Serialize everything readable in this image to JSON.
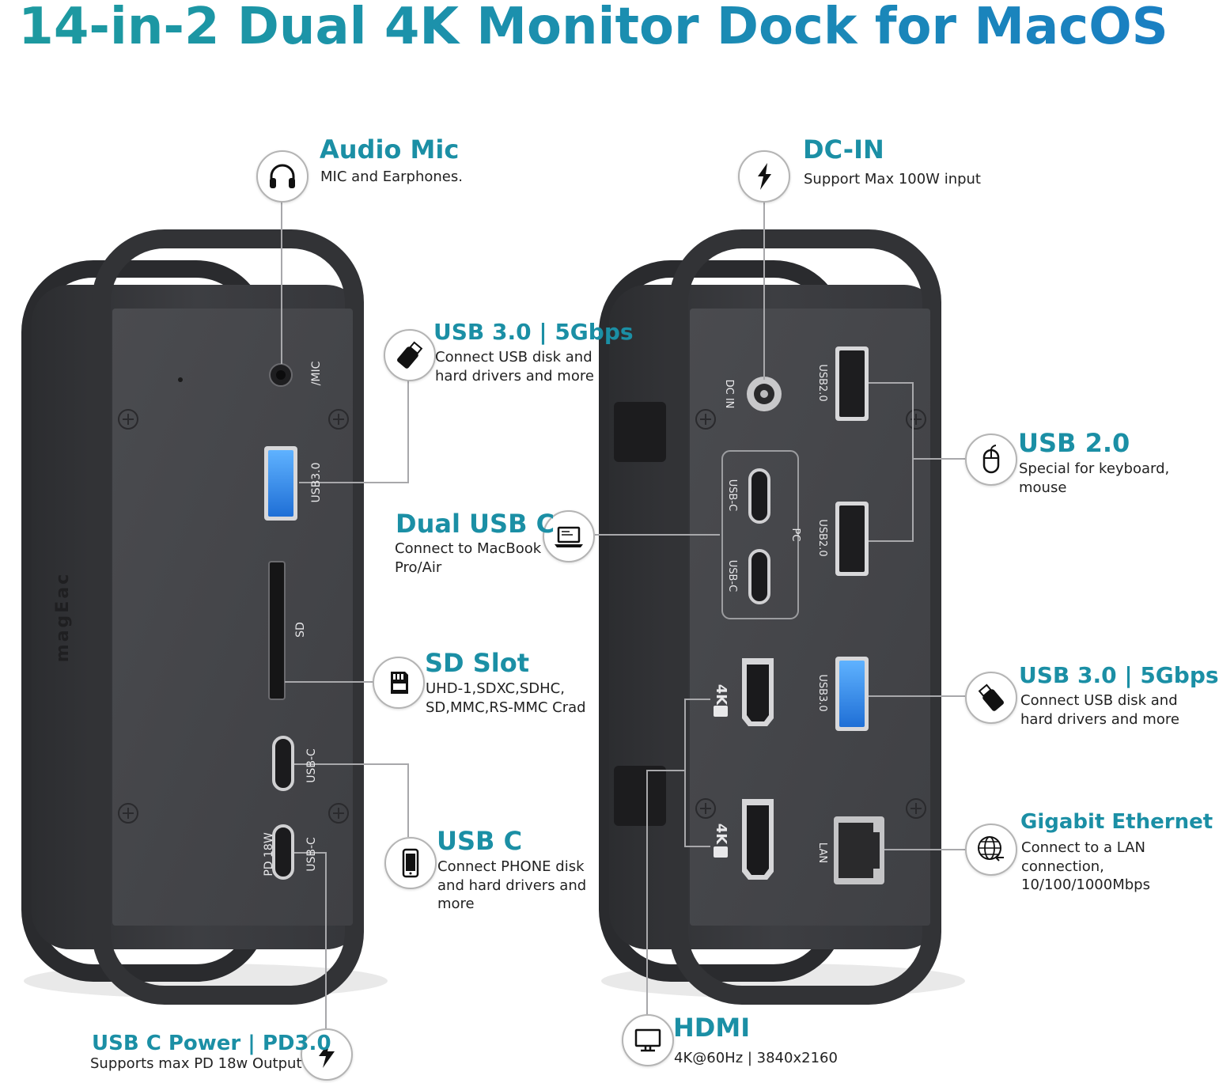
{
  "headline": "14-in-2 Dual 4K Monitor Dock for MacOS",
  "brand": "magEac",
  "left_panel": {
    "mic_port": "/MIC",
    "usb30_port": "USB3.0",
    "sd_port": "SD",
    "usbc_port_1": "USB-C",
    "usbc_port_2": "USB-C",
    "pd_port": "PD 18W"
  },
  "right_panel": {
    "dcin_port": "DC IN",
    "usb20_port_1": "USB2.0",
    "usb20_port_2": "USB2.0",
    "usbc_port_1": "USB-C",
    "usbc_port_2": "USB-C",
    "pc_label": "PC",
    "usb30_port": "USB3.0",
    "hdmi_1": "4K",
    "hdmi_2": "4K",
    "lan_port": "LAN"
  },
  "callouts": {
    "audio_mic": {
      "title": "Audio Mic",
      "desc": "MIC and Earphones.",
      "icon": "headphones-icon"
    },
    "usb30_left": {
      "title": "USB 3.0 | 5Gbps",
      "desc": "Connect USB disk and hard drivers and more",
      "icon": "usb-stick-icon"
    },
    "sd_slot": {
      "title": "SD Slot",
      "desc": "UHD-1,SDXC,SDHC, SD,MMC,RS-MMC Crad",
      "icon": "sd-card-icon"
    },
    "usb_c": {
      "title": "USB C",
      "desc": "Connect PHONE disk and hard drivers and more",
      "icon": "phone-icon"
    },
    "usb_c_power": {
      "title": "USB C Power | PD3.0",
      "desc": "Supports max PD 18w Output",
      "icon": "lightning-icon"
    },
    "dc_in": {
      "title": "DC-IN",
      "desc": "Support Max 100W input",
      "icon": "lightning-icon"
    },
    "dual_usb_c": {
      "title": "Dual USB C",
      "desc": "Connect to MacBook Pro/Air",
      "icon": "laptop-icon"
    },
    "usb20": {
      "title": "USB 2.0",
      "desc": "Special for keyboard, mouse",
      "icon": "mouse-icon"
    },
    "usb30_right": {
      "title": "USB 3.0 | 5Gbps",
      "desc": "Connect USB disk and hard drivers and more",
      "icon": "usb-stick-icon"
    },
    "ethernet": {
      "title": "Gigabit Ethernet",
      "desc": "Connect to a LAN connection, 10/100/1000Mbps",
      "icon": "globe-icon"
    },
    "hdmi": {
      "title": "HDMI",
      "desc": "4K@60Hz | 3840x2160",
      "icon": "monitor-icon"
    }
  }
}
